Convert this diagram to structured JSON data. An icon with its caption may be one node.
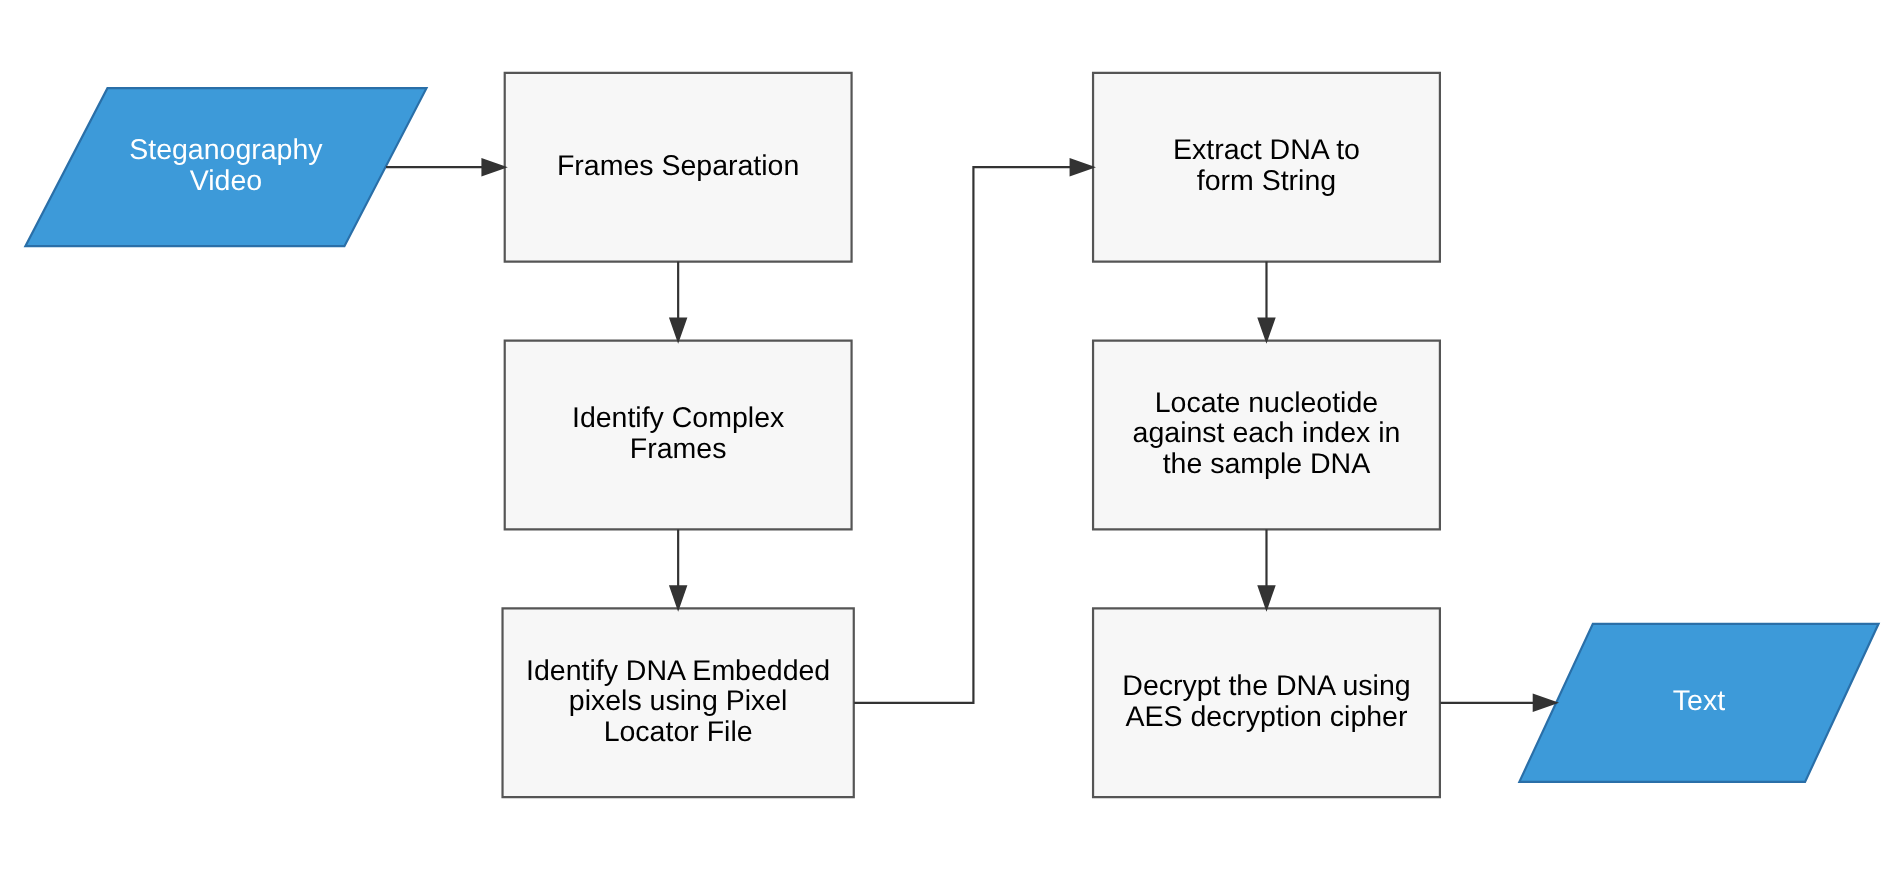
{
  "diagram": {
    "nodes": [
      {
        "text": [
          "Steganography Video"
        ]
      },
      {
        "text": [
          "Frames Separation"
        ]
      },
      {
        "text": [
          "Identify Complex Frames"
        ]
      },
      {
        "text": [
          "Identify DNA Embedded pixels using Pixel Locator File"
        ]
      },
      {
        "text": [
          "Extract DNA to form String"
        ]
      },
      {
        "text": [
          "Locate nucleotide against each index in the sample DNA"
        ]
      },
      {
        "text": [
          "Decrypt the DNA using AES decryption cipher"
        ]
      },
      {
        "text": [
          "Text"
        ]
      }
    ],
    "edges": [
      {
        "from": 0,
        "to": 1,
        "arrow": "to"
      },
      {
        "from": 1,
        "to": 2,
        "arrow": "to"
      },
      {
        "from": 2,
        "to": 3,
        "arrow": "to"
      },
      {
        "from": 3,
        "to": 4,
        "arrow": "to"
      },
      {
        "from": 4,
        "to": 5,
        "arrow": "to"
      },
      {
        "from": 5,
        "to": 6,
        "arrow": "to"
      },
      {
        "from": 6,
        "to": 7,
        "arrow": "to"
      }
    ]
  }
}
